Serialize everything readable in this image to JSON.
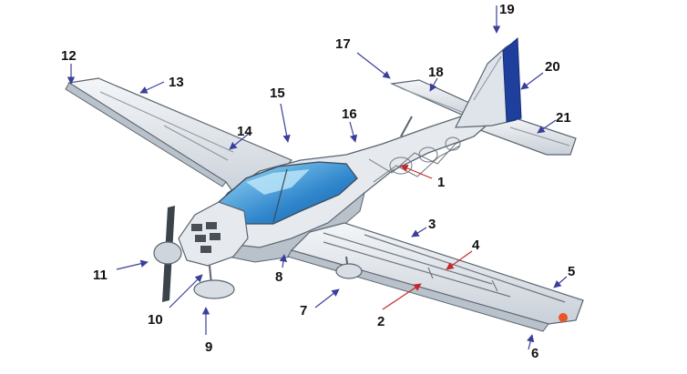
{
  "diagram": {
    "type": "aircraft-component-callouts",
    "colors": {
      "airframe": "#e6eaef",
      "airframe_shadow": "#b9c1cb",
      "outline": "#5a6470",
      "canopy": "#2f7fc4",
      "canopy_light": "#8fd0f3",
      "rudder_blue": "#1f3f9c",
      "blue_arrow": "#3a3f9a",
      "red_arrow": "#c62828",
      "nav_light": "#e8552a"
    },
    "callouts": [
      {
        "label": "1",
        "arrow_color": "red"
      },
      {
        "label": "2",
        "arrow_color": "red"
      },
      {
        "label": "3",
        "arrow_color": "blue"
      },
      {
        "label": "4",
        "arrow_color": "red"
      },
      {
        "label": "5",
        "arrow_color": "blue"
      },
      {
        "label": "6",
        "arrow_color": "blue"
      },
      {
        "label": "7",
        "arrow_color": "blue"
      },
      {
        "label": "8",
        "arrow_color": "blue"
      },
      {
        "label": "9",
        "arrow_color": "blue"
      },
      {
        "label": "10",
        "arrow_color": "blue"
      },
      {
        "label": "11",
        "arrow_color": "blue"
      },
      {
        "label": "12",
        "arrow_color": "blue"
      },
      {
        "label": "13",
        "arrow_color": "blue"
      },
      {
        "label": "14",
        "arrow_color": "blue"
      },
      {
        "label": "15",
        "arrow_color": "blue"
      },
      {
        "label": "16",
        "arrow_color": "blue"
      },
      {
        "label": "17",
        "arrow_color": "blue"
      },
      {
        "label": "18",
        "arrow_color": "blue"
      },
      {
        "label": "19",
        "arrow_color": "blue"
      },
      {
        "label": "20",
        "arrow_color": "blue"
      },
      {
        "label": "21",
        "arrow_color": "blue"
      }
    ]
  }
}
